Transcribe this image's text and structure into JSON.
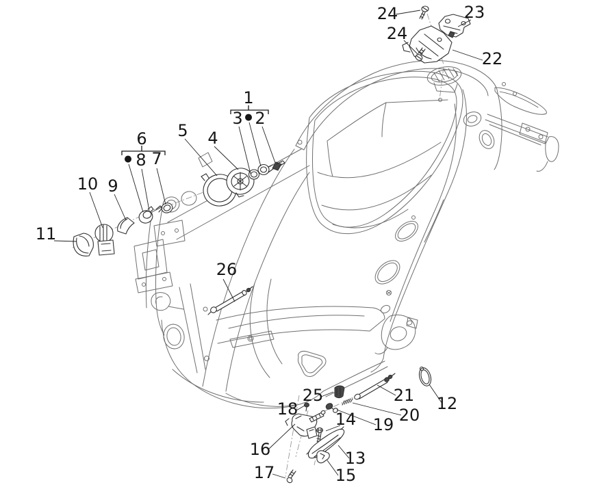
{
  "figure": {
    "type": "exploded-parts-diagram",
    "subject": "scooter chassis frame with lock kit, latch bracket and lock hardware",
    "background_color": "#ffffff",
    "frame_line_color": "#6e6e6e",
    "part_line_color": "#2f2f2f",
    "callout_color": "#161616"
  },
  "callouts": {
    "c1": "1",
    "c2": "2",
    "c3": "3",
    "c4": "4",
    "c5": "5",
    "c6": "6",
    "c7": "7",
    "c8": "8",
    "c9": "9",
    "c10": "10",
    "c11": "11",
    "c12": "12",
    "c13": "13",
    "c14": "14",
    "c15": "15",
    "c16": "16",
    "c17": "17",
    "c18": "18",
    "c19": "19",
    "c20": "20",
    "c21": "21",
    "c22": "22",
    "c23": "23",
    "c24a": "24",
    "c24b": "24",
    "c25": "25",
    "c26": "26"
  },
  "bullets": {
    "group1": "●",
    "group6": "●"
  }
}
